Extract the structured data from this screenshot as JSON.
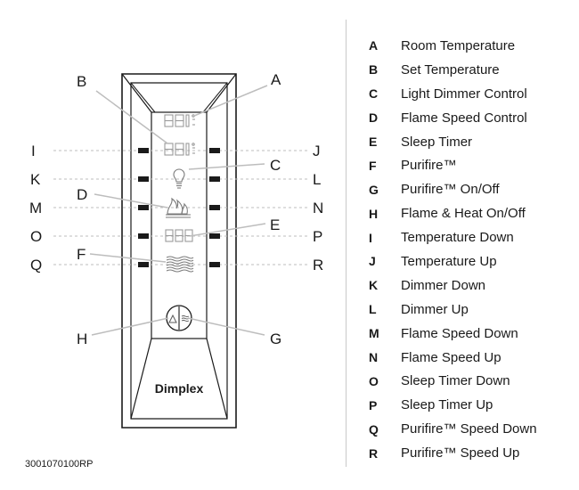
{
  "brand": "Dimplex",
  "document_code": "3001070100RP",
  "legend": [
    {
      "letter": "A",
      "label": "Room Temperature"
    },
    {
      "letter": "B",
      "label": "Set Temperature"
    },
    {
      "letter": "C",
      "label": "Light Dimmer Control"
    },
    {
      "letter": "D",
      "label": "Flame Speed Control"
    },
    {
      "letter": "E",
      "label": "Sleep Timer"
    },
    {
      "letter": "F",
      "label": "Purifire™"
    },
    {
      "letter": "G",
      "label": "Purifire™ On/Off"
    },
    {
      "letter": "H",
      "label": "Flame & Heat On/Off"
    },
    {
      "letter": "I",
      "label": "Temperature Down"
    },
    {
      "letter": "J",
      "label": "Temperature Up"
    },
    {
      "letter": "K",
      "label": "Dimmer Down"
    },
    {
      "letter": "L",
      "label": "Dimmer Up"
    },
    {
      "letter": "M",
      "label": "Flame Speed Down"
    },
    {
      "letter": "N",
      "label": "Flame Speed Up"
    },
    {
      "letter": "O",
      "label": "Sleep Timer Down"
    },
    {
      "letter": "P",
      "label": "Sleep Timer Up"
    },
    {
      "letter": "Q",
      "label": "Purifire™ Speed Down"
    },
    {
      "letter": "R",
      "label": "Purifire™ Speed Up"
    }
  ],
  "icons": {
    "temperature_display": "seven-segment-temperature-icon",
    "dimmer": "light-bulb-icon",
    "flame": "flame-icon",
    "timer": "timer-digits-icon",
    "purifire": "purifire-wave-icon",
    "heat_button": "warning-triangle-icon",
    "purifire_button": "purifire-button-icon"
  }
}
